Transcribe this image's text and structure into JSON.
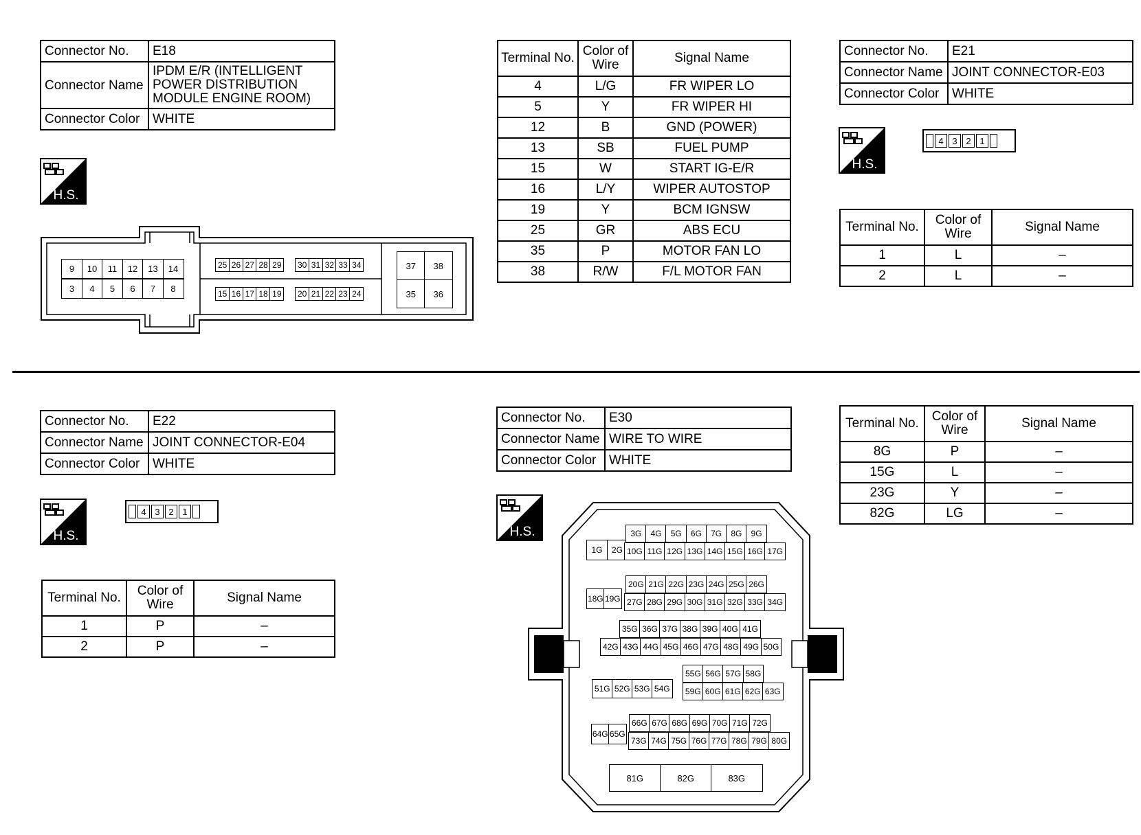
{
  "e18": {
    "info": [
      {
        "key": "Connector No.",
        "val": "E18"
      },
      {
        "key": "Connector Name",
        "val": "IPDM E/R (INTELLIGENT\nPOWER DISTRIBUTION\nMODULE ENGINE ROOM)"
      },
      {
        "key": "Connector Color",
        "val": "WHITE"
      }
    ],
    "hs_label": "H.S.",
    "headers": {
      "terminal": "Terminal No.",
      "color": "Color of\nWire",
      "signal": "Signal Name"
    },
    "rows": [
      {
        "t": "4",
        "c": "L/G",
        "s": "FR WIPER LO"
      },
      {
        "t": "5",
        "c": "Y",
        "s": "FR WIPER HI"
      },
      {
        "t": "12",
        "c": "B",
        "s": "GND (POWER)"
      },
      {
        "t": "13",
        "c": "SB",
        "s": "FUEL PUMP"
      },
      {
        "t": "15",
        "c": "W",
        "s": "START IG-E/R"
      },
      {
        "t": "16",
        "c": "L/Y",
        "s": "WIPER AUTOSTOP"
      },
      {
        "t": "19",
        "c": "Y",
        "s": "BCM IGNSW"
      },
      {
        "t": "25",
        "c": "GR",
        "s": "ABS ECU"
      },
      {
        "t": "35",
        "c": "P",
        "s": "MOTOR FAN LO"
      },
      {
        "t": "38",
        "c": "R/W",
        "s": "F/L MOTOR FAN"
      }
    ],
    "pins": {
      "left_top": [
        "9",
        "10",
        "11",
        "12",
        "13",
        "14"
      ],
      "left_bottom": [
        "3",
        "4",
        "5",
        "6",
        "7",
        "8"
      ],
      "mid_top_a": [
        "25",
        "26",
        "27",
        "28",
        "29"
      ],
      "mid_top_b": [
        "30",
        "31",
        "32",
        "33",
        "34"
      ],
      "mid_bot_a": [
        "15",
        "16",
        "17",
        "18",
        "19"
      ],
      "mid_bot_b": [
        "20",
        "21",
        "22",
        "23",
        "24"
      ],
      "right": [
        "37",
        "38",
        "35",
        "36"
      ]
    }
  },
  "e21": {
    "info": [
      {
        "key": "Connector No.",
        "val": "E21"
      },
      {
        "key": "Connector Name",
        "val": "JOINT CONNECTOR-E03"
      },
      {
        "key": "Connector Color",
        "val": "WHITE"
      }
    ],
    "hs_label": "H.S.",
    "strip": [
      "4",
      "3",
      "2",
      "1"
    ],
    "headers": {
      "terminal": "Terminal No.",
      "color": "Color of\nWire",
      "signal": "Signal Name"
    },
    "rows": [
      {
        "t": "1",
        "c": "L",
        "s": "–"
      },
      {
        "t": "2",
        "c": "L",
        "s": "–"
      }
    ]
  },
  "e22": {
    "info": [
      {
        "key": "Connector No.",
        "val": "E22"
      },
      {
        "key": "Connector Name",
        "val": "JOINT CONNECTOR-E04"
      },
      {
        "key": "Connector Color",
        "val": "WHITE"
      }
    ],
    "hs_label": "H.S.",
    "strip": [
      "4",
      "3",
      "2",
      "1"
    ],
    "headers": {
      "terminal": "Terminal No.",
      "color": "Color of\nWire",
      "signal": "Signal Name"
    },
    "rows": [
      {
        "t": "1",
        "c": "P",
        "s": "–"
      },
      {
        "t": "2",
        "c": "P",
        "s": "–"
      }
    ]
  },
  "e30": {
    "info": [
      {
        "key": "Connector No.",
        "val": "E30"
      },
      {
        "key": "Connector Name",
        "val": "WIRE TO WIRE"
      },
      {
        "key": "Connector Color",
        "val": "WHITE"
      }
    ],
    "hs_label": "H.S.",
    "headers": {
      "terminal": "Terminal No.",
      "color": "Color of\nWire",
      "signal": "Signal Name"
    },
    "rows": [
      {
        "t": "8G",
        "c": "P",
        "s": "–"
      },
      {
        "t": "15G",
        "c": "L",
        "s": "–"
      },
      {
        "t": "23G",
        "c": "Y",
        "s": "–"
      },
      {
        "t": "82G",
        "c": "LG",
        "s": "–"
      }
    ],
    "pins": {
      "r1a": [
        "1G",
        "2G"
      ],
      "r1t": [
        "3G",
        "4G",
        "5G",
        "6G",
        "7G",
        "8G",
        "9G"
      ],
      "r1b": [
        "10G",
        "11G",
        "12G",
        "13G",
        "14G",
        "15G",
        "16G",
        "17G"
      ],
      "r2a": [
        "18G",
        "19G"
      ],
      "r2t": [
        "20G",
        "21G",
        "22G",
        "23G",
        "24G",
        "25G",
        "26G"
      ],
      "r2b": [
        "27G",
        "28G",
        "29G",
        "30G",
        "31G",
        "32G",
        "33G",
        "34G"
      ],
      "r3t": [
        "35G",
        "36G",
        "37G",
        "38G",
        "39G",
        "40G",
        "41G"
      ],
      "r3b": [
        "42G",
        "43G",
        "44G",
        "45G",
        "46G",
        "47G",
        "48G",
        "49G",
        "50G"
      ],
      "r4a": [
        "51G",
        "52G",
        "53G",
        "54G"
      ],
      "r4t": [
        "55G",
        "56G",
        "57G",
        "58G"
      ],
      "r4b": [
        "59G",
        "60G",
        "61G",
        "62G",
        "63G"
      ],
      "r5a": [
        "64G",
        "65G"
      ],
      "r5t": [
        "66G",
        "67G",
        "68G",
        "69G",
        "70G",
        "71G",
        "72G"
      ],
      "r5b": [
        "73G",
        "74G",
        "75G",
        "76G",
        "77G",
        "78G",
        "79G",
        "80G"
      ],
      "r6": [
        "81G",
        "82G",
        "83G"
      ]
    }
  }
}
